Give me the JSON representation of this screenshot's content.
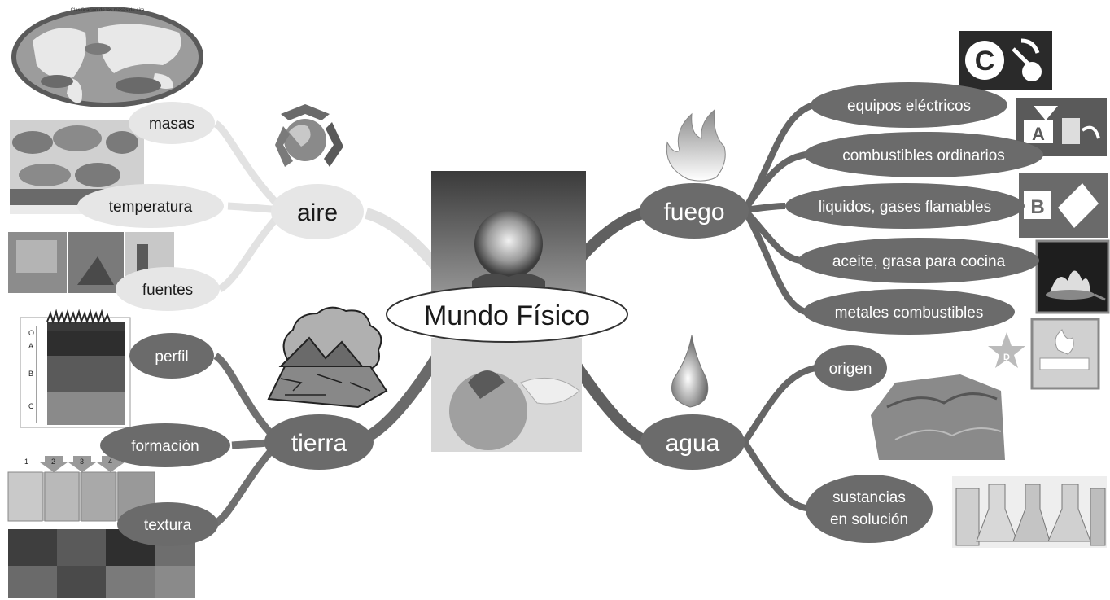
{
  "center": {
    "label": "Mundo Físico"
  },
  "aire": {
    "label": "aire",
    "children": [
      "masas",
      "temperatura",
      "fuentes"
    ],
    "map_title": "Clasificación de las masas de aire"
  },
  "tierra": {
    "label": "tierra",
    "children": [
      "perfil",
      "formación",
      "textura"
    ],
    "soil_steps": [
      "1",
      "2",
      "3",
      "4"
    ],
    "horizons": [
      "O",
      "A",
      "B",
      "C"
    ]
  },
  "fuego": {
    "label": "fuego",
    "children": [
      "equipos eléctricos",
      "combustibles ordinarios",
      "liquidos, gases flamables",
      "aceite, grasa para cocina",
      "metales combustibles"
    ],
    "class_letters": [
      "C",
      "A",
      "B",
      "D"
    ]
  },
  "agua": {
    "label": "agua",
    "children": [
      "origen",
      "sustancias",
      "en solución"
    ]
  },
  "colors": {
    "dark_node": "#6b6b6b",
    "light_node": "#e6e6e6",
    "center_fill": "#ffffff",
    "branch_dark": "#5f5f5f",
    "branch_light": "#d9d9d9"
  }
}
